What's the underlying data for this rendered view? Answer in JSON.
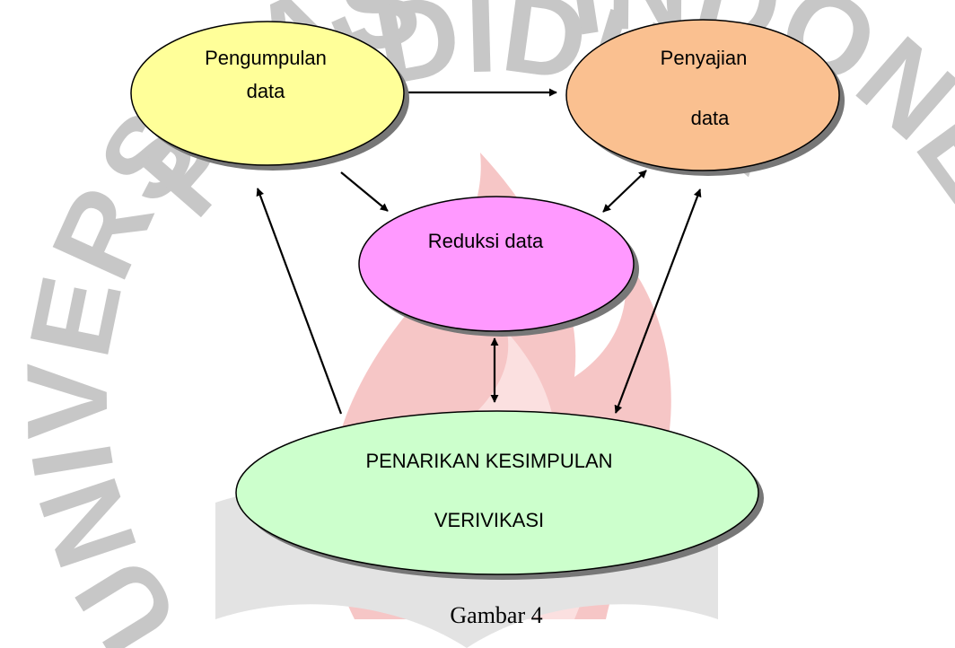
{
  "watermark": {
    "text_top": "PENDIDIKAN",
    "text_left": "UNIVERSITAS",
    "text_right": "INDONESIA",
    "colors": {
      "letters": "#c7c7c7",
      "flame": "#f6c6c6",
      "flame_core": "#fbe0e0",
      "book": "#e3e3e3"
    }
  },
  "nodes": {
    "pengumpulan": {
      "line1": "Pengumpulan",
      "line2": "data",
      "fill": "#ffff99"
    },
    "penyajian": {
      "line1": "Penyajian",
      "line2": "data",
      "fill": "#fac090"
    },
    "reduksi": {
      "line1": "Reduksi data",
      "fill": "#ff99ff"
    },
    "penarikan": {
      "line1": "PENARIKAN KESIMPULAN",
      "line2": "VERIVIKASI",
      "fill": "#ccffcc"
    }
  },
  "edges": [
    {
      "from": "pengumpulan",
      "to": "penyajian",
      "direction": "one-way"
    },
    {
      "from": "pengumpulan",
      "to": "reduksi",
      "direction": "one-way"
    },
    {
      "from": "reduksi",
      "to": "penyajian",
      "direction": "both"
    },
    {
      "from": "reduksi",
      "to": "penarikan",
      "direction": "both"
    },
    {
      "from": "penyajian",
      "to": "penarikan",
      "direction": "both"
    },
    {
      "from": "penarikan",
      "to": "pengumpulan",
      "direction": "one-way"
    }
  ],
  "caption": "Gambar 4"
}
